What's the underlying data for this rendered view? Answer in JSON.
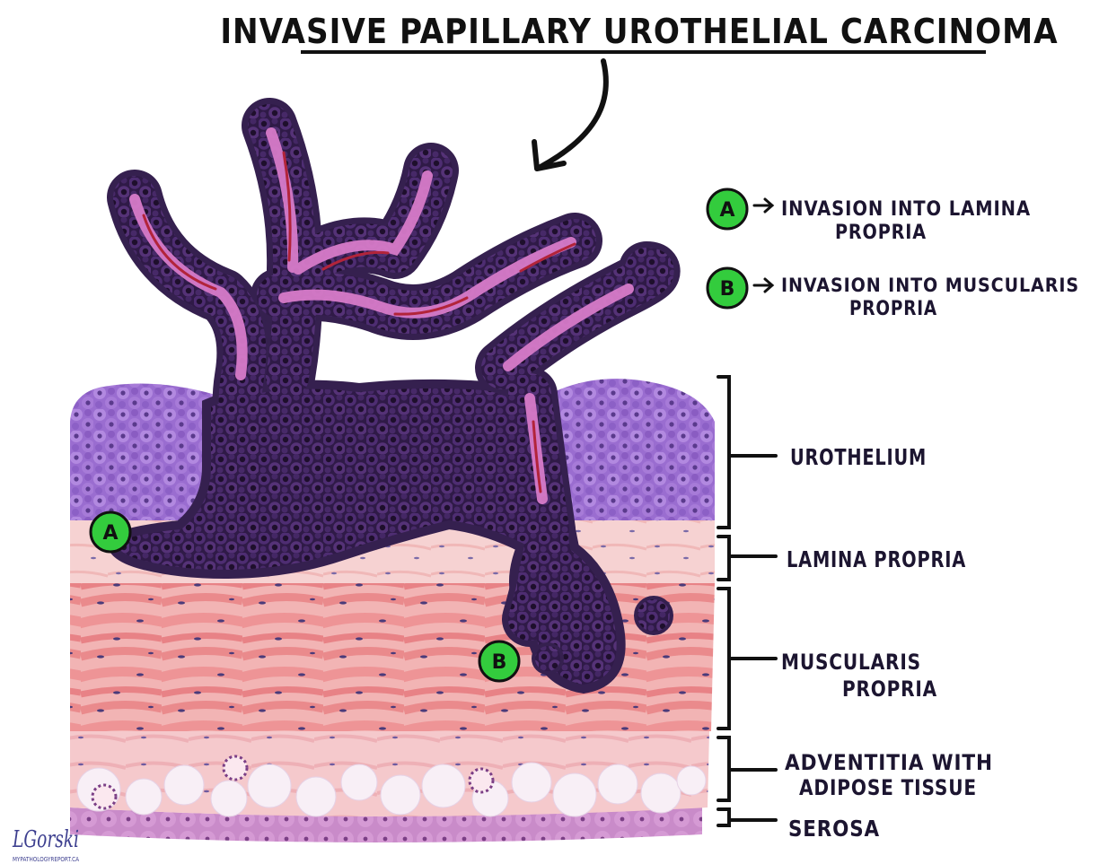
{
  "title": "INVASIVE PAPILLARY UROTHELIAL CARCINOMA",
  "legend": [
    {
      "marker": "A",
      "text_line1": "INVASION INTO LAMINA",
      "text_line2": "PROPRIA"
    },
    {
      "marker": "B",
      "text_line1": "INVASION  INTO MUSCULARIS",
      "text_line2": "PROPRIA"
    }
  ],
  "layers": [
    {
      "line1": "UROTHELIUM",
      "line2": ""
    },
    {
      "line1": "LAMINA PROPRIA",
      "line2": ""
    },
    {
      "line1": "MUSCULARIS",
      "line2": "PROPRIA"
    },
    {
      "line1": "ADVENTITIA WITH",
      "line2": "ADIPOSE TISSUE"
    },
    {
      "line1": "SEROSA",
      "line2": ""
    }
  ],
  "markers": {
    "a": "A",
    "b": "B"
  },
  "signature": "LGorski",
  "website": "MYPATHOLOGYREPORT.CA",
  "colors": {
    "tumor_dark": "#3a1f55",
    "tumor_cell": "#4e2d72",
    "nucleus": "#22112f",
    "stroma": "#d77bc9",
    "vessel": "#b2243a",
    "urothelium": "#8f5fc9",
    "lamina_propria": "#f6cfd0",
    "muscle": "#f09a9a",
    "adventitia": "#f3c2c6",
    "fat": "#f7eef6",
    "serosa": "#c889c8",
    "marker_green": "#33cc3d"
  }
}
